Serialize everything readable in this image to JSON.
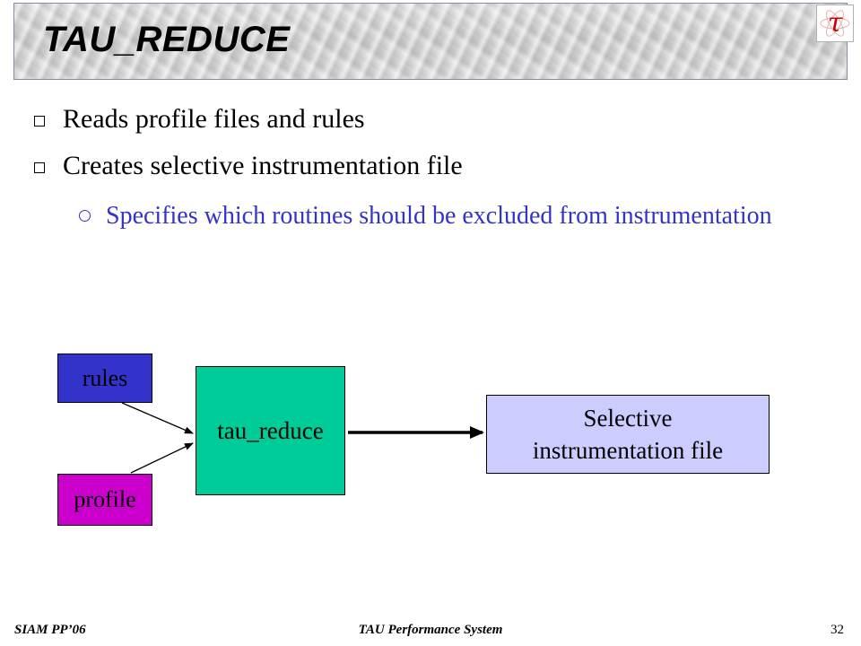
{
  "slide": {
    "title": "TAU_REDUCE",
    "logo_glyph": "τ",
    "bullets": [
      "Reads profile files and rules",
      "Creates selective instrumentation file"
    ],
    "sub_bullet": "Specifies which routines should be excluded from instrumentation"
  },
  "diagram": {
    "nodes": {
      "rules": "rules",
      "profile": "profile",
      "tau_reduce": "tau_reduce",
      "output": "Selective instrumentation file"
    },
    "colors": {
      "rules": "#3333cc",
      "profile": "#cc00cc",
      "tau_reduce": "#00cc99",
      "output": "#ccccff",
      "sub_bullet_text": "#3333cc"
    }
  },
  "footer": {
    "left": "SIAM PP’06",
    "center": "TAU Performance System",
    "page": "32"
  }
}
